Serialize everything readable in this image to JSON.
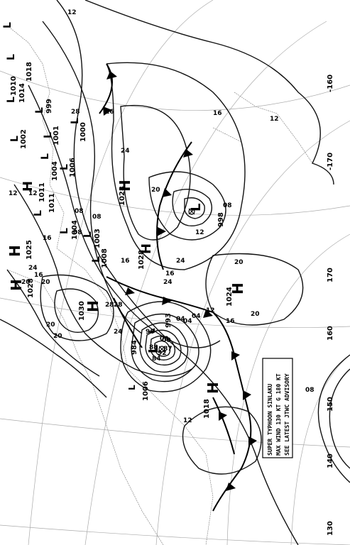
{
  "map": {
    "isobar_labels": [
      "12",
      "16",
      "20",
      "24",
      "28",
      "08",
      "04",
      "00",
      "96",
      "92",
      "88",
      "84",
      "87",
      "12",
      "16",
      "20",
      "24",
      "08",
      "04",
      "08",
      "12",
      "16",
      "20",
      "24",
      "28",
      "24",
      "20",
      "16",
      "12",
      "08",
      "00",
      "12",
      "16",
      "20",
      "24",
      "28",
      "04",
      "08",
      "12",
      "16",
      "20",
      "12",
      "16",
      "20"
    ],
    "centers": [
      {
        "symbol": "H",
        "value": "1028"
      },
      {
        "symbol": "H",
        "value": "1028"
      },
      {
        "symbol": "H",
        "value": "1030"
      },
      {
        "symbol": "H",
        "value": "1028"
      },
      {
        "symbol": "H",
        "value": "1025"
      },
      {
        "symbol": "H",
        "value": "1024"
      },
      {
        "symbol": "H",
        "value": "1018"
      },
      {
        "symbol": "L",
        "value": "998"
      },
      {
        "symbol": "L",
        "value": "984"
      },
      {
        "symbol": "L",
        "value": "993"
      },
      {
        "symbol": "L",
        "value": "1006"
      },
      {
        "symbol": "L",
        "value": "1008"
      },
      {
        "symbol": "L",
        "value": "1004"
      },
      {
        "symbol": "L",
        "value": "1003"
      },
      {
        "symbol": "L",
        "value": "1006"
      },
      {
        "symbol": "L",
        "value": "1000"
      },
      {
        "symbol": "L",
        "value": "1004"
      },
      {
        "symbol": "L",
        "value": "1011"
      },
      {
        "symbol": "H",
        "value": "1011"
      },
      {
        "symbol": "L",
        "value": "1001"
      },
      {
        "symbol": "L",
        "value": "999"
      },
      {
        "symbol": "L",
        "value": "1002"
      },
      {
        "symbol": "L",
        "value": "1014"
      },
      {
        "symbol": "L",
        "value": "1018"
      },
      {
        "symbol": "L",
        "value": "1010"
      }
    ],
    "edge_labels": [
      "-160",
      "-170",
      "170",
      "160",
      "150",
      "140",
      "130"
    ],
    "advisory": {
      "line1": "SUPER TYPHOON SINLAKU",
      "line2": "MAX WIND 130 KT G 180 KT",
      "line3": "SEE LATEST JTWC ADVISORY"
    },
    "colors": {
      "ink": "#000000",
      "grid": "#aaaaaa",
      "coast": "#777777",
      "background": "#ffffff"
    }
  }
}
